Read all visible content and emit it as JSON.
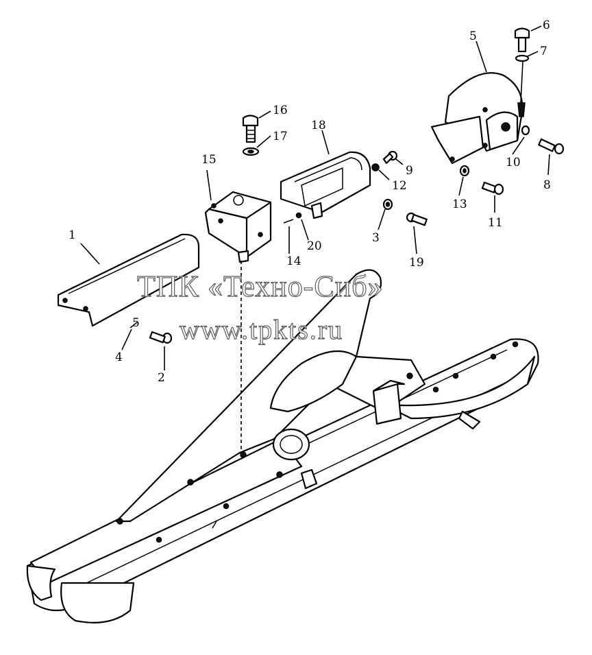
{
  "watermark": {
    "line1": "ТПК «Техно-Сиб»",
    "line2": "www.tpkts.ru"
  },
  "callouts": {
    "c1": "1",
    "c2": "2",
    "c3": "3",
    "c4": "4",
    "c5a": "5",
    "c5b": "5",
    "c6": "6",
    "c7": "7",
    "c8": "8",
    "c9": "9",
    "c10": "10",
    "c11": "11",
    "c12": "12",
    "c13": "13",
    "c14": "14",
    "c15": "15",
    "c16": "16",
    "c17": "17",
    "c18": "18",
    "c19": "19",
    "c20": "20"
  },
  "colors": {
    "line": "#000000",
    "paper": "#ffffff",
    "watermark_outline": "#555555"
  }
}
